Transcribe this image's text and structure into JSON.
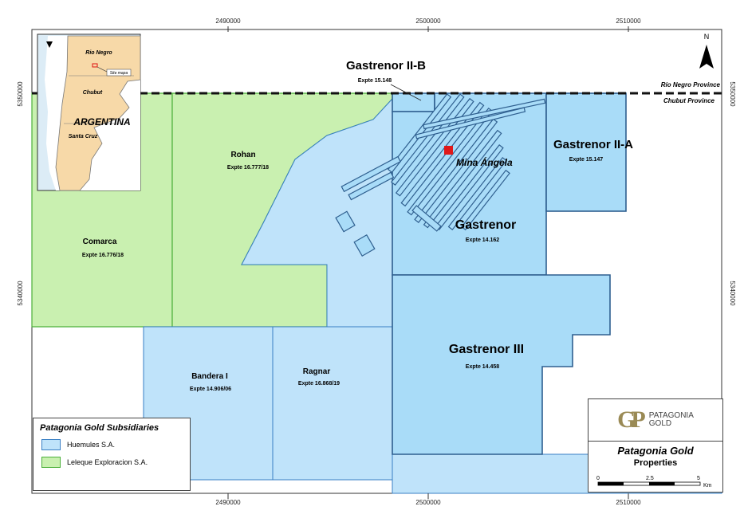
{
  "coordinates": {
    "top": [
      "2490000",
      "2500000",
      "2510000"
    ],
    "bottom": [
      "2490000",
      "2500000",
      "2510000"
    ],
    "left": [
      "5350000",
      "5340000"
    ],
    "right": [
      "5350000",
      "5340000"
    ]
  },
  "boundary": {
    "north_label": "Río Negro Province",
    "south_label": "Chubut Province"
  },
  "properties": [
    {
      "name": "Gastrenor II-B",
      "expte": "Expte 15.148",
      "company": "Huemules S.A."
    },
    {
      "name": "Gastrenor II-A",
      "expte": "Expte 15.147",
      "company": "Huemules S.A."
    },
    {
      "name": "Gastrenor",
      "expte": "Expte 14.162",
      "company": "Huemules S.A."
    },
    {
      "name": "Gastrenor III",
      "expte": "Expte 14.458",
      "company": "Huemules S.A."
    },
    {
      "name": "Rohan",
      "expte": "Expte 16.777/18",
      "company": "Leleque Exploracion S.A."
    },
    {
      "name": "Comarca",
      "expte": "Expte 16.776/18",
      "company": "Leleque Exploracion S.A."
    },
    {
      "name": "Bandera I",
      "expte": "Expte 14.906/06",
      "company": "Huemules S.A."
    },
    {
      "name": "Ragnar",
      "expte": "Expte 16.868/19",
      "company": "Huemules S.A."
    }
  ],
  "site": {
    "name": "Mina Ángela"
  },
  "inset": {
    "labels": [
      "Rio Negro",
      "Chubut",
      "ARGENTINA",
      "Santa Cruz",
      "Site mapa"
    ]
  },
  "north_arrow": "N",
  "legend": {
    "title": "Patagonia Gold Subsidiaries",
    "items": [
      {
        "label": "Huemules S.A.",
        "color": "#bfe3fa"
      },
      {
        "label": "Leleque Exploracion S.A.",
        "color": "#c9f0b0"
      }
    ]
  },
  "logo": {
    "mark": "GP",
    "brand_line1": "PATAGONIA",
    "brand_line2": "GOLD",
    "title": "Patagonia Gold",
    "subtitle": "Properties",
    "scale": {
      "ticks": [
        "0",
        "2.5",
        "5"
      ],
      "unit": "Km"
    }
  },
  "colors": {
    "blue_fill": "#bfe3fa",
    "blue_dark": "#a9dcf8",
    "blue_line": "#2f5f8f",
    "green_fill": "#c9f0b0",
    "green_line": "#4caf3a",
    "site": "#e01919"
  }
}
